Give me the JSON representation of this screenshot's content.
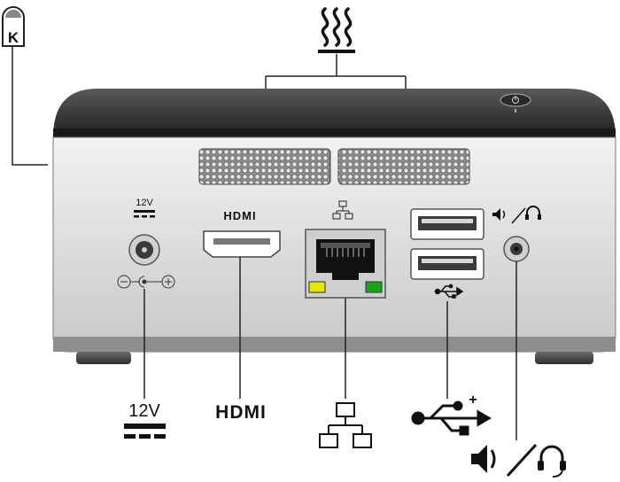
{
  "kensington": {
    "letter": "K"
  },
  "panel": {
    "dc_in_label": "12V",
    "hdmi_label": "HDMI"
  },
  "callouts": {
    "power": "12V",
    "hdmi": "HDMI",
    "usb_plus": "+"
  },
  "icons": {
    "heat": "heat-exhaust-icon",
    "power_button": "power-button-icon",
    "dc_power": "dc-power-icon",
    "polarity": "polarity-icon",
    "network": "network-icon",
    "usb": "usb-icon",
    "audio": "speaker-headset-icon"
  },
  "colors": {
    "lan_led_left": "#e6e600",
    "lan_led_right": "#1aa31a",
    "chassis": "#dcdcdc",
    "top": "#3a3a3a"
  }
}
